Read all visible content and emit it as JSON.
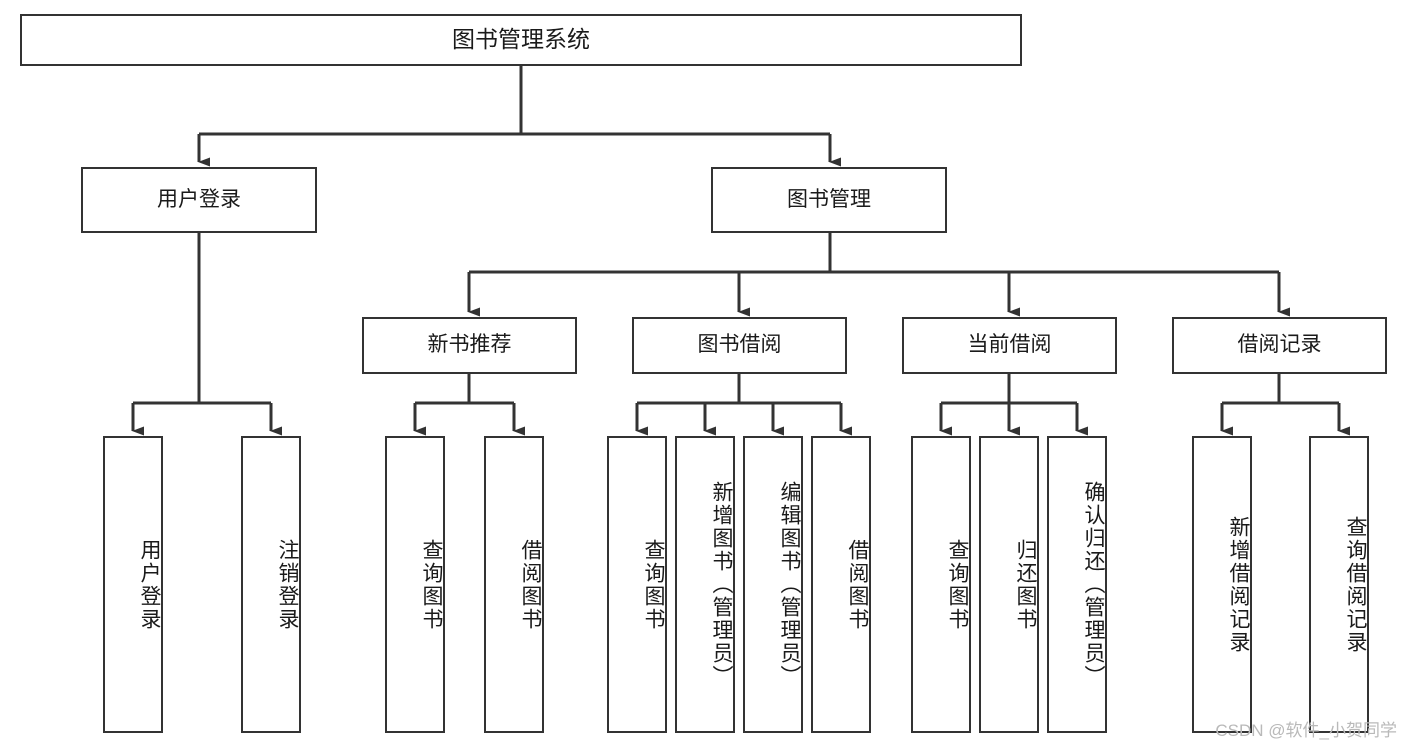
{
  "diagram": {
    "title": "图书管理系统",
    "type": "tree-hierarchy-chart",
    "watermark": "CSDN @软件_小贺同学",
    "colors": {
      "box_border": "#333333",
      "box_fill": "#ffffff",
      "connector": "#333333",
      "text": "#1a1a1a",
      "watermark": "#b9b9b9",
      "background": "#ffffff"
    }
  },
  "root": {
    "label": "图书管理系统"
  },
  "level2": [
    {
      "id": "user-login",
      "label": "用户登录"
    },
    {
      "id": "book-management",
      "label": "图书管理"
    }
  ],
  "level3": [
    {
      "id": "new-book-recommend",
      "label": "新书推荐",
      "parent": "book-management"
    },
    {
      "id": "book-borrow",
      "label": "图书借阅",
      "parent": "book-management"
    },
    {
      "id": "current-borrow",
      "label": "当前借阅",
      "parent": "book-management"
    },
    {
      "id": "borrow-record",
      "label": "借阅记录",
      "parent": "book-management"
    }
  ],
  "leaves": [
    {
      "id": "leaf-user-login",
      "label": "用户登录",
      "parent": "user-login"
    },
    {
      "id": "leaf-logout-login",
      "label": "注销登录",
      "parent": "user-login"
    },
    {
      "id": "leaf-query-book-1",
      "label": "查询图书",
      "parent": "new-book-recommend"
    },
    {
      "id": "leaf-borrow-book-1",
      "label": "借阅图书",
      "parent": "new-book-recommend"
    },
    {
      "id": "leaf-query-book-2",
      "label": "查询图书",
      "parent": "book-borrow"
    },
    {
      "id": "leaf-add-book",
      "label": "新增图书（管理员）",
      "parent": "book-borrow"
    },
    {
      "id": "leaf-edit-book",
      "label": "编辑图书（管理员）",
      "parent": "book-borrow"
    },
    {
      "id": "leaf-borrow-book-2",
      "label": "借阅图书",
      "parent": "book-borrow"
    },
    {
      "id": "leaf-query-book-3",
      "label": "查询图书",
      "parent": "current-borrow"
    },
    {
      "id": "leaf-return-book",
      "label": "归还图书",
      "parent": "current-borrow"
    },
    {
      "id": "leaf-confirm-return",
      "label": "确认归还（管理员）",
      "parent": "current-borrow"
    },
    {
      "id": "leaf-add-borrow-record",
      "label": "新增借阅记录",
      "parent": "borrow-record"
    },
    {
      "id": "leaf-query-borrow-record",
      "label": "查询借阅记录",
      "parent": "borrow-record"
    }
  ]
}
